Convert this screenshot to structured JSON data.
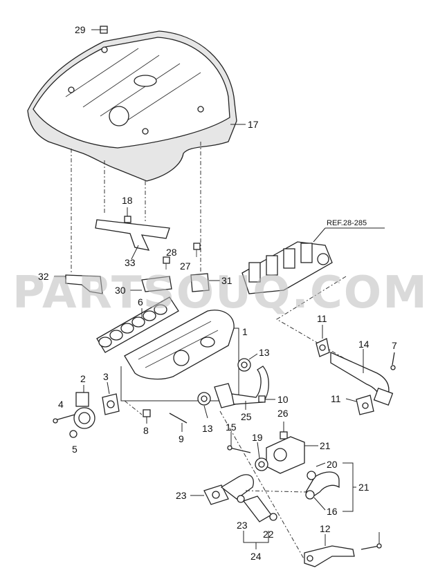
{
  "watermark": "PARTSOUQ.COM",
  "reference": "REF.28-285",
  "callouts": [
    "29",
    "17",
    "18",
    "28",
    "27",
    "33",
    "32",
    "30",
    "31",
    "6",
    "1",
    "13",
    "11",
    "14",
    "7",
    "2",
    "3",
    "4",
    "5",
    "8",
    "9",
    "25",
    "10",
    "11",
    "26",
    "13",
    "15",
    "19",
    "21",
    "20",
    "21",
    "16",
    "23",
    "23",
    "22",
    "24",
    "12"
  ]
}
